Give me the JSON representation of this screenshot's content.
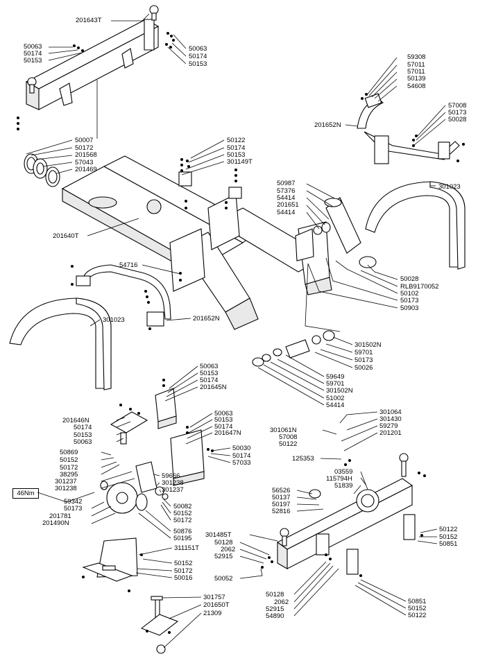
{
  "torque_label": "46Nm",
  "callouts": {
    "c201643T": "201643T",
    "c50063a": "50063",
    "c50174a": "50174",
    "c50153a": "50153",
    "c50063b": "50063",
    "c50174b": "50174",
    "c50153b": "50153",
    "c59308": "59308",
    "c57011a": "57011",
    "c57011b": "57011",
    "c50139": "50139",
    "c54608": "54608",
    "c57008a": "57008",
    "c50173a": "50173",
    "c50028a": "50028",
    "c201652Na": "201652N",
    "c50007": "50007",
    "c50172a": "50172",
    "c201568": "201568",
    "c57043": "57043",
    "c201469": "201469",
    "c50122a": "50122",
    "c50174c": "50174",
    "c50153c": "50153",
    "c301149T": "301149T",
    "c50987": "50987",
    "c57376": "57376",
    "c54414a": "54414",
    "c201651": "201651",
    "c54414b": "54414",
    "c301023a": "301023",
    "c201640T": "201640T",
    "c54716": "54716",
    "c50028b": "50028",
    "cRLB": "RLB9170052",
    "c50102": "50102",
    "c50173b": "50173",
    "c50903": "50903",
    "c201652Nb": "201652N",
    "c301023b": "301023",
    "c301502Na": "301502N",
    "c59701a": "59701",
    "c50173c": "50173",
    "c50026": "50026",
    "c59649": "59649",
    "c59701b": "59701",
    "c301502Nb": "301502N",
    "c51002": "51002",
    "c54414c": "54414",
    "c50063c": "50063",
    "c50153d": "50153",
    "c50174d": "50174",
    "c201645N": "201645N",
    "c201646N": "201646N",
    "c50174e": "50174",
    "c50153e": "50153",
    "c50063d": "50063",
    "c50063e": "50063",
    "c50153f": "50153",
    "c50174f": "50174",
    "c201647N": "201647N",
    "c50030": "50030",
    "c50174g": "50174",
    "c57033": "57033",
    "c301064": "301064",
    "c301061N": "301061N",
    "c301430": "301430",
    "c57008b": "57008",
    "c59279": "59279",
    "c50122b": "50122",
    "c201201": "201201",
    "c125353": "125353",
    "c50869": "50869",
    "c50152a": "50152",
    "c50172b": "50172",
    "c38295": "38295",
    "c301237a": "301237",
    "c301238a": "301238",
    "c59666": "59666",
    "c301238b": "301238",
    "c301237b": "301237",
    "c59342": "59342",
    "c50173d": "50173",
    "c201781": "201781",
    "c201490N": "201490N",
    "c50082": "50082",
    "c50152b": "50152",
    "c50172c": "50172",
    "c50876": "50876",
    "c50195": "50195",
    "c03559": "03559",
    "c115794H": "115794H",
    "c51839": "51839",
    "c56526": "56526",
    "c50137": "50137",
    "c50197": "50197",
    "c52816": "52816",
    "c301485T": "301485T",
    "c50128a": "50128",
    "c2062a": "2062",
    "c52915a": "52915",
    "c50052": "50052",
    "c50122c": "50122",
    "c50152c": "50152",
    "c50851a": "50851",
    "c311151T": "311151T",
    "c50152d": "50152",
    "c50172d": "50172",
    "c50016": "50016",
    "c301757": "301757",
    "c201650T": "201650T",
    "c21309": "21309",
    "c50128b": "50128",
    "c2062b": "2062",
    "c52915b": "52915",
    "c54890": "54890",
    "c50851b": "50851",
    "c50152e": "50152",
    "c50122d": "50122"
  }
}
